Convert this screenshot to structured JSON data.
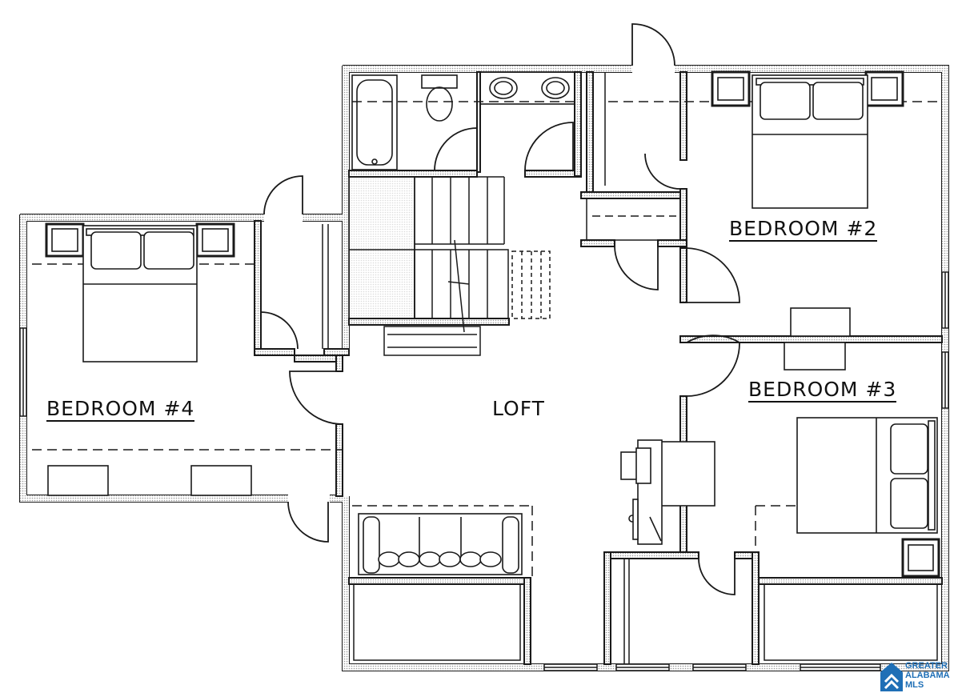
{
  "rooms": {
    "bedroom2": "BEDROOM #2",
    "bedroom3": "BEDROOM #3",
    "bedroom4": "BEDROOM #4",
    "loft": "LOFT"
  },
  "watermark": {
    "line1": "GREATER",
    "line2": "ALABAMA",
    "line3": "MLS"
  },
  "colors": {
    "wall": "#1a1a1a",
    "wall_fill": "#d9d9d9",
    "brand": "#1f6fb6"
  }
}
